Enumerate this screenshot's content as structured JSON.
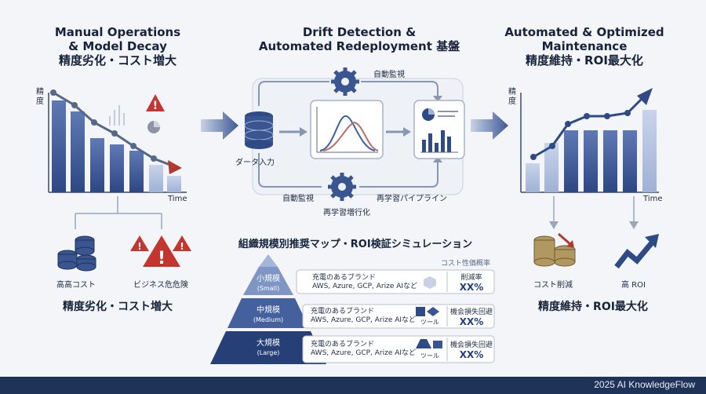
{
  "left": {
    "title_line1": "Manual Operations",
    "title_line2": "& Model Decay",
    "title_line3": "精度劣化・コスト増大",
    "y_axis": "精度",
    "x_axis": "Time",
    "icon1_label": "高高コスト",
    "icon2_label": "ビジネス危危険",
    "summary": "精度劣化・コスト増大"
  },
  "center": {
    "title_line1": "Drift Detection &",
    "title_line2": "Automated Redeployment 基盤",
    "top_label": "自動監視",
    "data_label": "ダータ入力",
    "bottom_left_label": "自動監視",
    "bottom_right_label": "再学習パイプライン",
    "retrain_label": "再学習増行化"
  },
  "right": {
    "title_line1": "Automated & Optimized",
    "title_line2": "Maintenance",
    "title_line3": "精度維持・ROI最大化",
    "y_axis": "精度",
    "x_axis": "Time",
    "icon1_label": "コスト削減",
    "icon2_label": "高 ROI",
    "summary": "精度維持・ROI最大化"
  },
  "sim": {
    "title": "組織規模別推奨マップ・ROI検証シミュレーション",
    "col_header": "コスト性価概率",
    "tiers": [
      {
        "name": "小規模",
        "en": "(Small)",
        "brand": "充電のあるブランド",
        "tools": "AWS, Azure, GCP, Arize AIなど",
        "tool_label": "",
        "metric": "削減率",
        "value": "XX%"
      },
      {
        "name": "中規模",
        "en": "(Medium)",
        "brand": "充電のあるブランド",
        "tools": "AWS, Azure, GCP, Arize AIなど",
        "tool_label": "ツール",
        "metric": "機会損失回避",
        "value": "XX%"
      },
      {
        "name": "大規模",
        "en": "(Large)",
        "brand": "充電のあるブランド",
        "tools": "AWS, Azure, GCP, Arize AIなど",
        "tool_label": "ツール",
        "metric": "機会損失回避",
        "value": "XX%"
      }
    ]
  },
  "footer": "2025 AI KnowledgeFlow"
}
